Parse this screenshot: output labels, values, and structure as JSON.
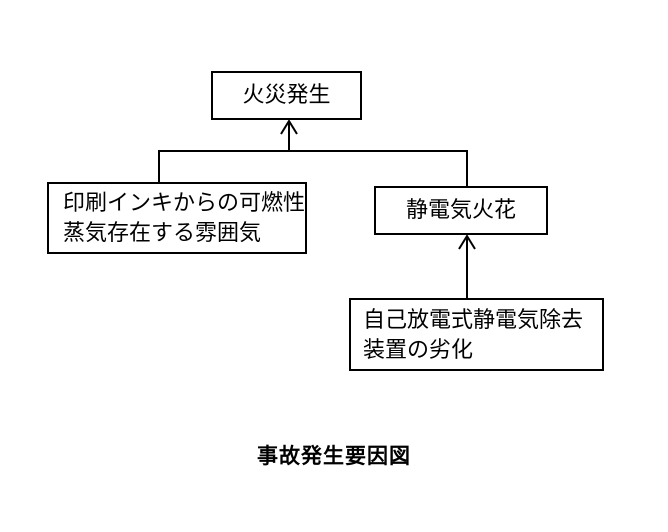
{
  "diagram": {
    "nodes": {
      "fire": {
        "lines": [
          "火災発生"
        ]
      },
      "ink": {
        "lines": [
          "印刷インキからの可燃性",
          "蒸気存在する雰囲気"
        ]
      },
      "static": {
        "lines": [
          "静電気火花"
        ]
      },
      "degrade": {
        "lines": [
          "自己放電式静電気除去",
          "装置の劣化"
        ]
      }
    },
    "edges": [
      {
        "from": "ink",
        "to": "fire"
      },
      {
        "from": "static",
        "to": "fire"
      },
      {
        "from": "degrade",
        "to": "static"
      }
    ],
    "line_color": "#000000",
    "box_border_color": "#000000",
    "background_color": "#ffffff"
  },
  "caption": "事故発生要因図"
}
